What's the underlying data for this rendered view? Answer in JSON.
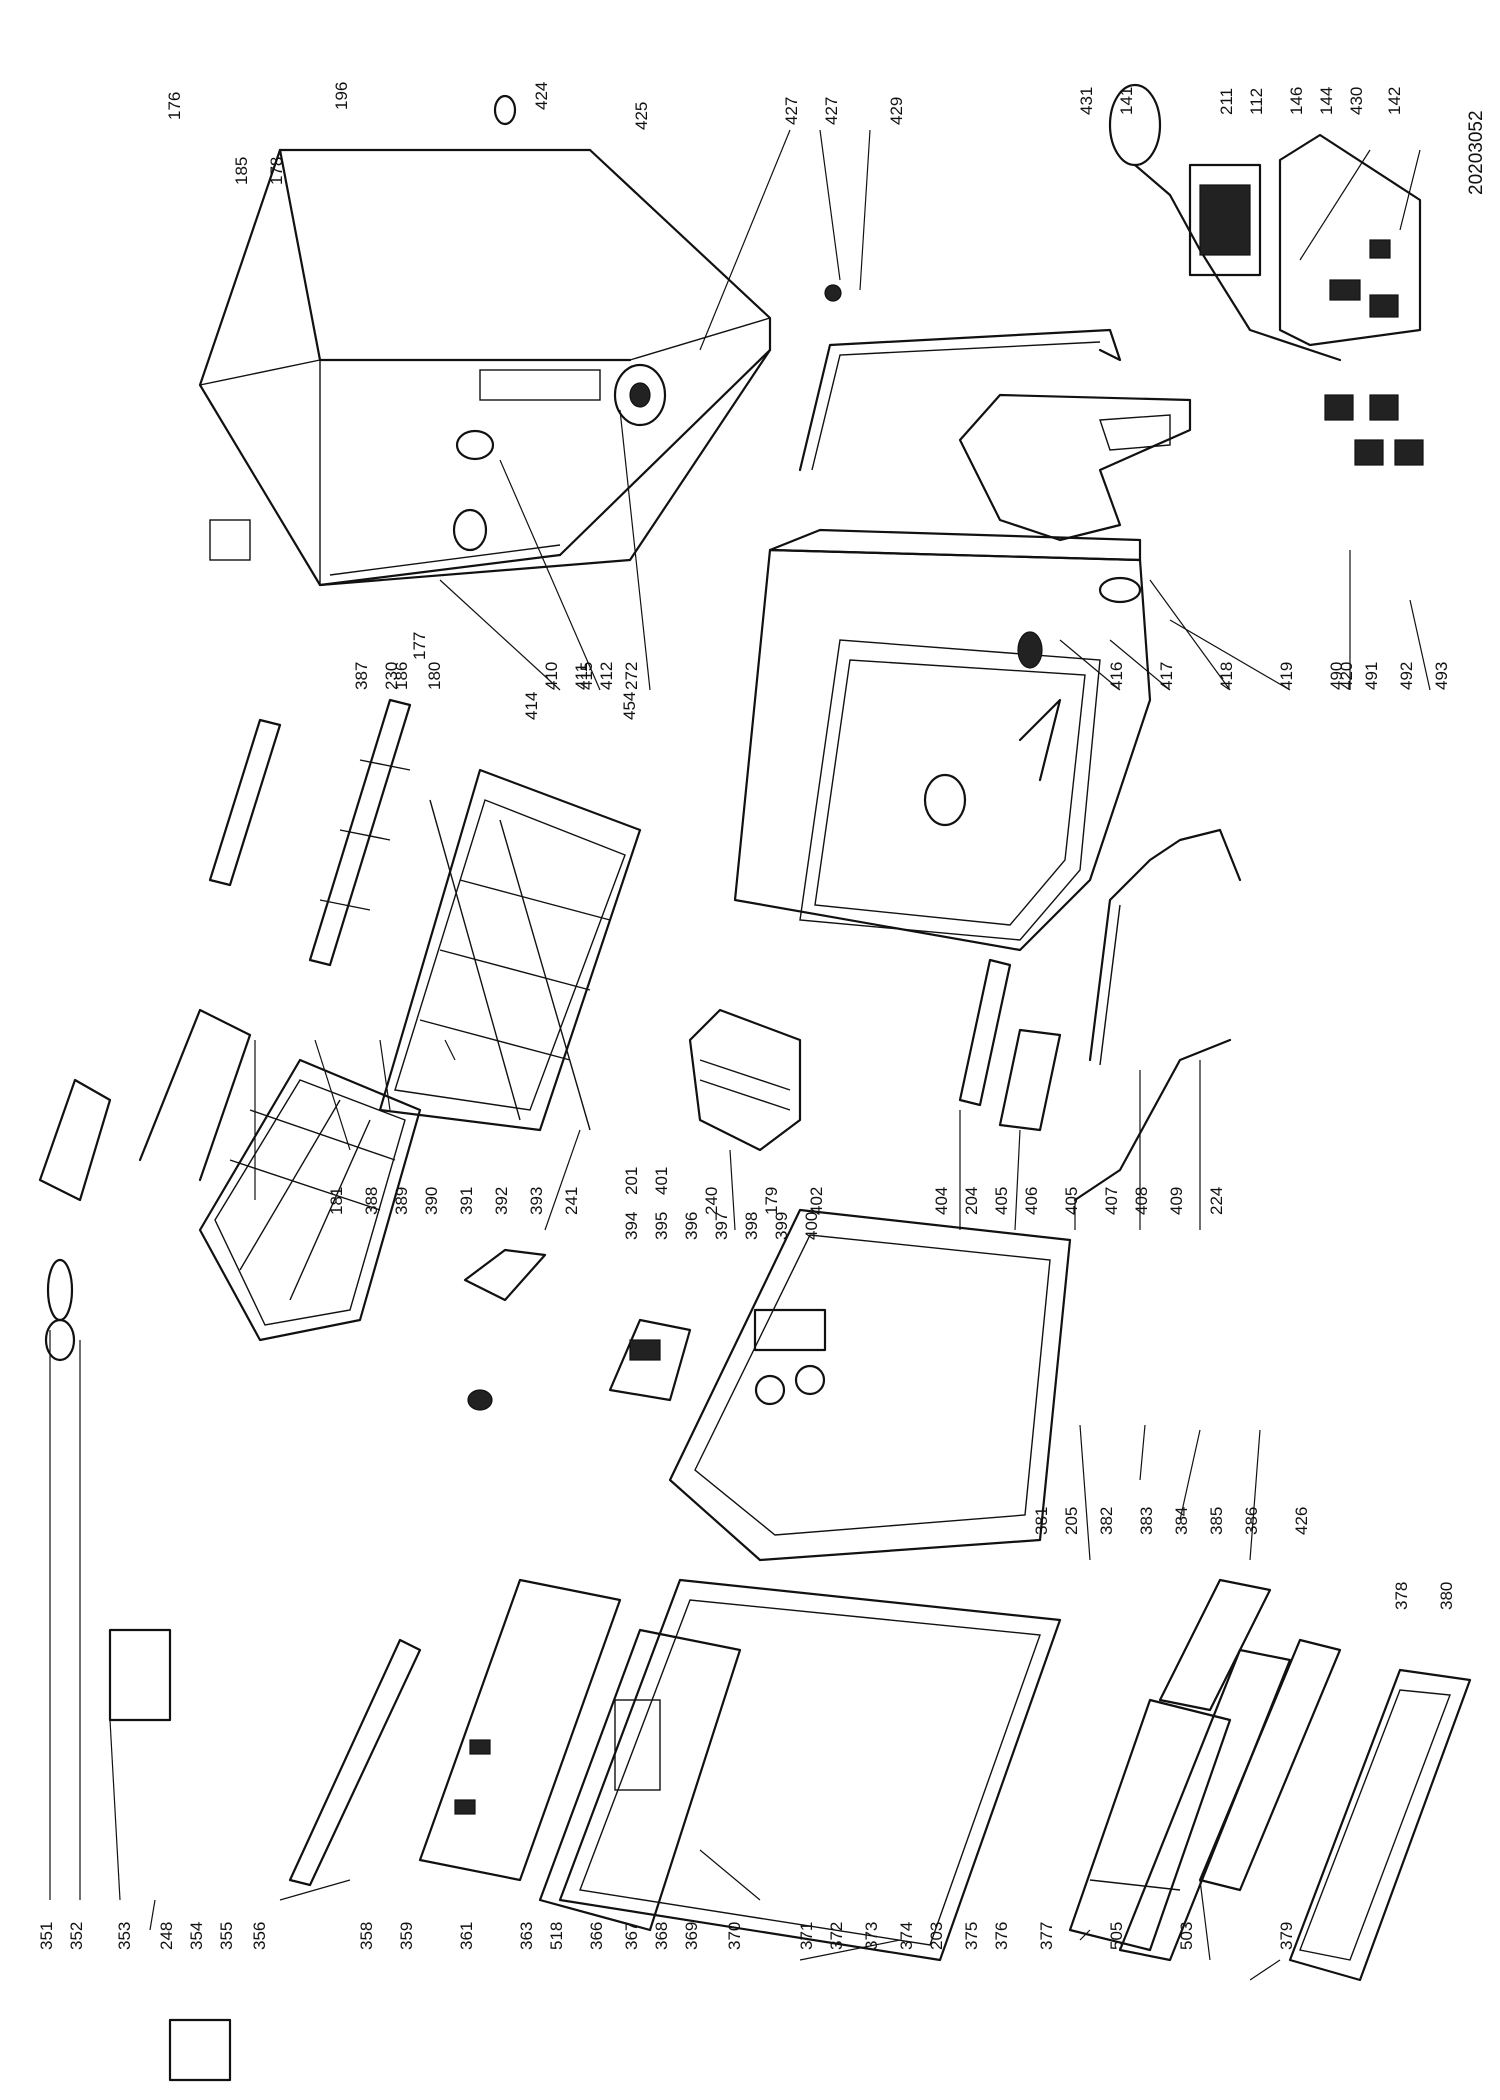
{
  "document_id": "20203052",
  "callouts": {
    "left_column": [
      "351",
      "352",
      "353",
      "248",
      "354",
      "355",
      "356",
      "358",
      "359",
      "361",
      "363",
      "518",
      "366",
      "367",
      "368",
      "369",
      "370",
      "371",
      "372",
      "373",
      "374",
      "203",
      "375",
      "376",
      "377",
      "505",
      "503",
      "379"
    ],
    "bottom_row_right": [
      "378",
      "380"
    ],
    "door_row": [
      "181",
      "388",
      "389",
      "390",
      "391",
      "392",
      "393",
      "241",
      "394",
      "395",
      "396",
      "397",
      "398",
      "399",
      "400",
      "201",
      "401",
      "240",
      "179",
      "402",
      "404",
      "204",
      "405",
      "406",
      "405",
      "407",
      "408",
      "409",
      "224"
    ],
    "middle_row": [
      "381",
      "382",
      "383",
      "384",
      "385",
      "386",
      "426",
      "205"
    ],
    "rack_labels": [
      "185",
      "178",
      "176",
      "186",
      "180",
      "177",
      "414",
      "415",
      "454",
      "272",
      "416",
      "417",
      "418",
      "419",
      "420"
    ],
    "tub_labels": [
      "410",
      "411",
      "412",
      "387",
      "230",
      "196",
      "424",
      "425",
      "427",
      "427",
      "429"
    ],
    "electrical_labels": [
      "431",
      "141",
      "211",
      "112",
      "146",
      "144",
      "430",
      "142",
      "490",
      "491",
      "492",
      "493"
    ]
  }
}
